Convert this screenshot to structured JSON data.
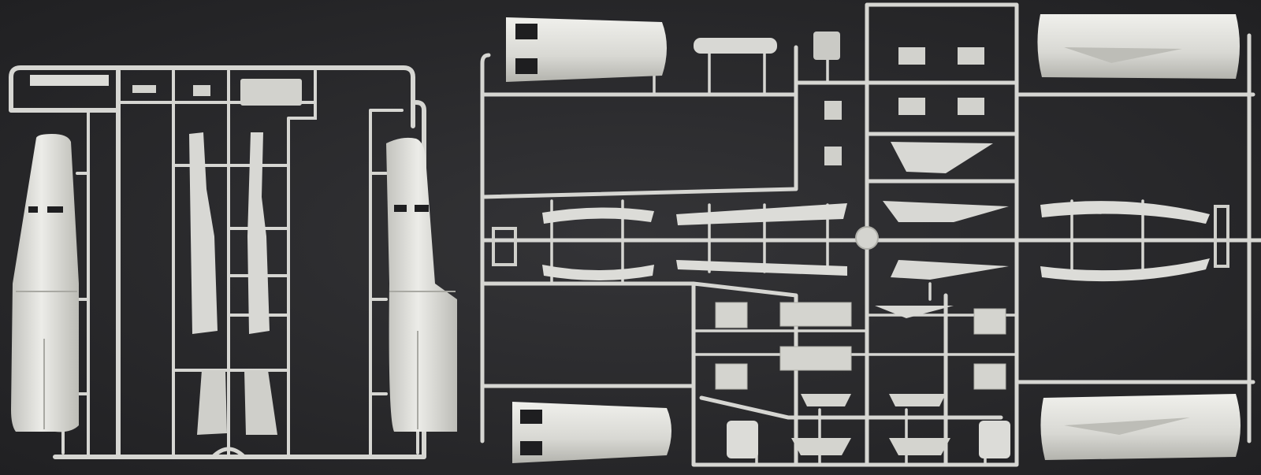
{
  "photo": {
    "subject": "plastic-model-kit-sprues",
    "background_color": "#2b2b2d",
    "plastic_color": "#dcdcd8",
    "plastic_shade_color": "#b8b8b2",
    "detail_dark_color": "#1e1e20"
  },
  "sprues": [
    {
      "id": "left-sprue",
      "parts": [
        "fuselage-half-left",
        "fuselage-half-right",
        "wing-strip-left",
        "wing-strip-right",
        "gear-door-left",
        "gear-door-right",
        "small-panel"
      ]
    },
    {
      "id": "right-sprue",
      "parts": [
        "engine-nacelle-upper-left",
        "engine-nacelle-lower-left",
        "engine-nacelle-upper-right",
        "engine-nacelle-lower-right",
        "stabilizer-top",
        "stabilizer-bottom",
        "wing-rib-upper",
        "wing-rib-lower",
        "vane-parts",
        "small-box-parts",
        "panel-parts",
        "cylinder-parts"
      ]
    }
  ]
}
